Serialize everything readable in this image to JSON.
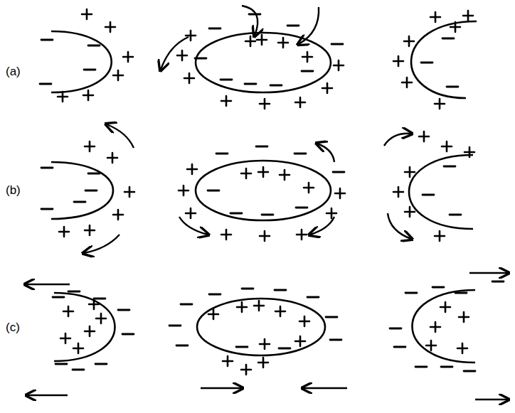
{
  "diagram": {
    "labels": [
      "(a)",
      "(b)",
      "(c)"
    ]
  }
}
